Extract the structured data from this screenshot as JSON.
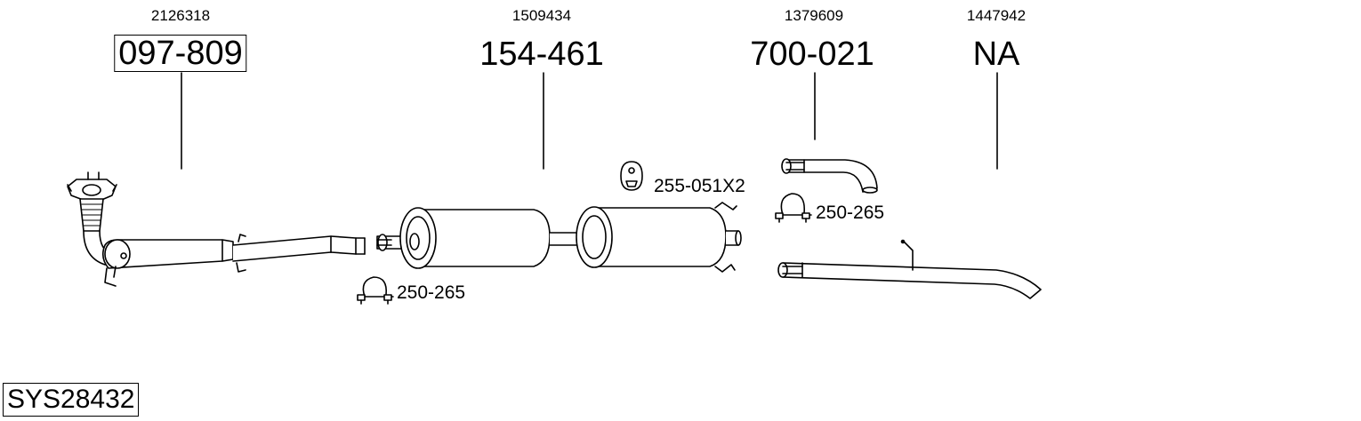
{
  "diagram": {
    "system_code": "SYS28432",
    "columns": [
      {
        "ref_number": "2126318",
        "part_number": "097-809",
        "boxed": true
      },
      {
        "ref_number": "1509434",
        "part_number": "154-461",
        "boxed": false
      },
      {
        "ref_number": "1379609",
        "part_number": "700-021",
        "boxed": false
      },
      {
        "ref_number": "1447942",
        "part_number": "NA",
        "boxed": false
      }
    ],
    "accessories": [
      {
        "label": "250-265",
        "icon": "clamp-icon"
      },
      {
        "label": "255-051X2",
        "icon": "rubber-hanger-icon"
      },
      {
        "label": "250-265",
        "icon": "clamp-icon"
      }
    ]
  }
}
